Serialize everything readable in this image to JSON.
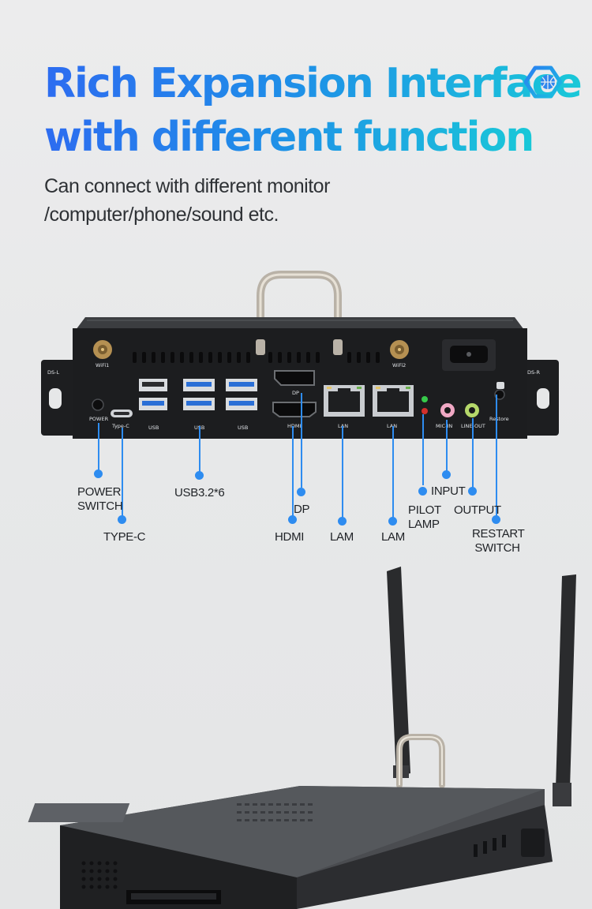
{
  "headline": {
    "line1": "Rich Expansion Interface",
    "line2": "with different function"
  },
  "subtitle": {
    "line1": "Can connect with different monitor",
    "line2": "/computer/phone/sound etc."
  },
  "brand": {
    "logo_icon": "cube-globe-logo-icon",
    "accent": "#2e8cf0",
    "gradient": [
      "#2d6cf0",
      "#19c8d8"
    ]
  },
  "panel_print": {
    "power": "POWER",
    "typec": "Type-C",
    "usb1": "USB",
    "usb2": "USB",
    "usb3": "USB",
    "dp": "DP",
    "hdmi": "HDMI",
    "lan1": "LAN",
    "lan2": "LAN",
    "mic": "MIC-IN",
    "lineout": "LINE-OUT",
    "restore": "Restore",
    "wifi1": "WiFi1",
    "wifi2": "WiFi2",
    "ds_left": "DS-L",
    "ds_right": "DS-R"
  },
  "callouts": {
    "power_switch": [
      "POWER",
      "SWITCH"
    ],
    "type_c": "TYPE-C",
    "usb": "USB3.2*6",
    "hdmi": "HDMI",
    "dp": "DP",
    "lam1": "LAM",
    "lam2": "LAM",
    "pilot_lamp": [
      "PILOT",
      "LAMP"
    ],
    "input": "INPUT",
    "output": "OUTPUT",
    "restart_switch": [
      "RESTART",
      "SWITCH"
    ]
  }
}
